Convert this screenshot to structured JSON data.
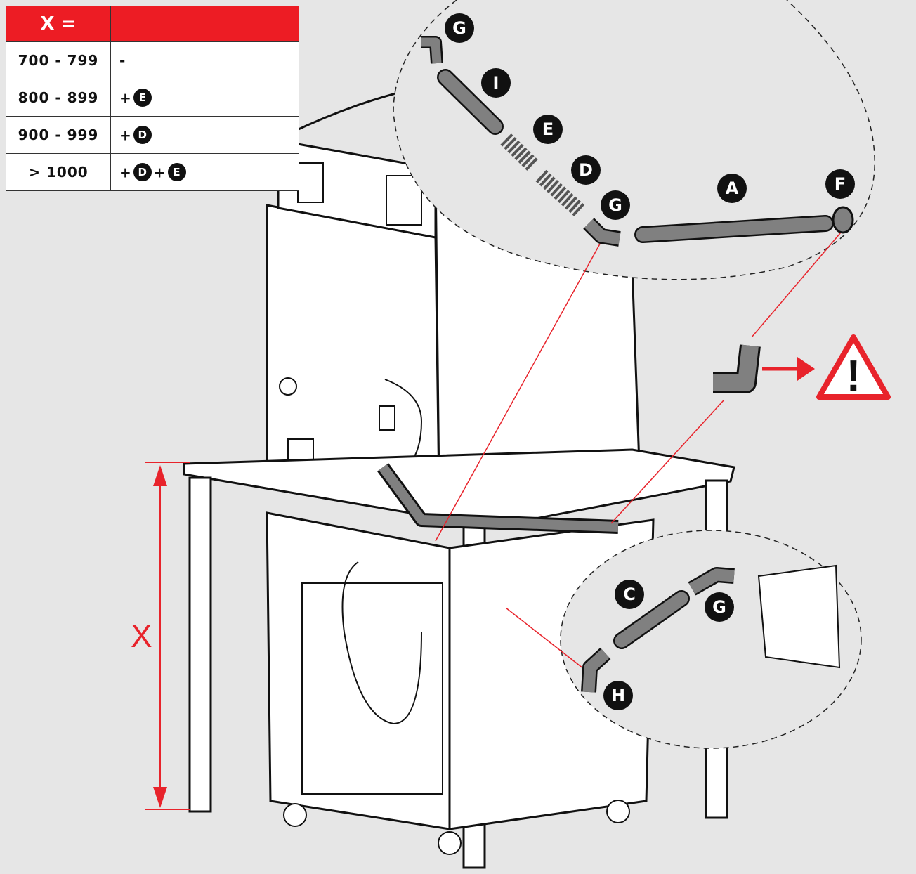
{
  "colors": {
    "accent": "#ed1c24",
    "background": "#e6e6e6",
    "line": "#111111",
    "pipe": "#808080"
  },
  "table": {
    "header_left": "X =",
    "header_right": "",
    "rows": [
      {
        "range": "700 - 799",
        "add": "-"
      },
      {
        "range": "800 - 899",
        "plus1": "+",
        "badge1": "E"
      },
      {
        "range": "900 - 999",
        "plus1": "+",
        "badge1": "D"
      },
      {
        "range": "> 1000",
        "plus1": "+",
        "badge1": "D",
        "plus2": "+",
        "badge2": "E"
      }
    ]
  },
  "labels": {
    "A": "A",
    "C": "C",
    "D": "D",
    "E": "E",
    "F": "F",
    "G_top": "G",
    "G_mid": "G",
    "G_low": "G",
    "H": "H",
    "I": "I"
  },
  "dimension": {
    "label": "X"
  },
  "warning": {
    "icon": "warning-triangle-icon",
    "symbol": "!"
  }
}
